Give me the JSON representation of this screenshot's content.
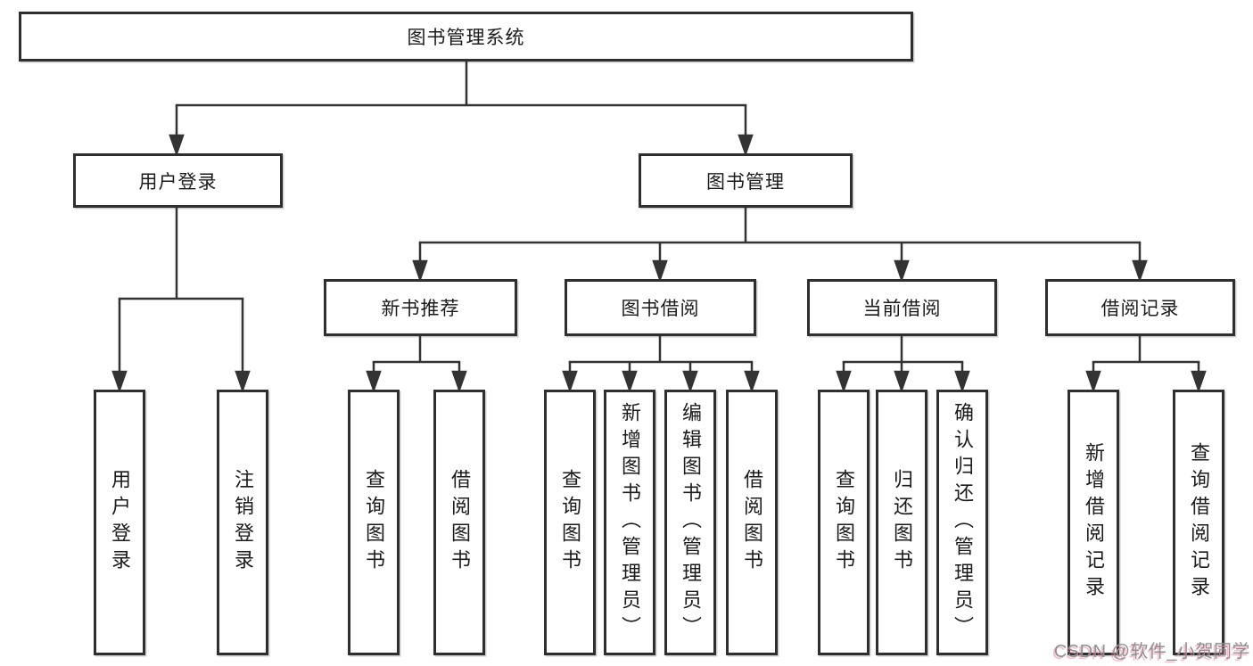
{
  "diagram_title": "图书管理系统",
  "tree": {
    "root": {
      "label": "图书管理系统"
    },
    "branches": [
      {
        "label": "用户登录",
        "children": [
          {
            "label": "用户登录"
          },
          {
            "label": "注销登录"
          }
        ]
      },
      {
        "label": "图书管理",
        "children": [
          {
            "label": "新书推荐",
            "children": [
              {
                "label": "查询图书"
              },
              {
                "label": "借阅图书"
              }
            ]
          },
          {
            "label": "图书借阅",
            "children": [
              {
                "label": "查询图书"
              },
              {
                "label": "新增图书（管理员）"
              },
              {
                "label": "编辑图书（管理员）"
              },
              {
                "label": "借阅图书"
              }
            ]
          },
          {
            "label": "当前借阅",
            "children": [
              {
                "label": "查询图书"
              },
              {
                "label": "归还图书"
              },
              {
                "label": "确认归还（管理员）"
              }
            ]
          },
          {
            "label": "借阅记录",
            "children": [
              {
                "label": "新增借阅记录"
              },
              {
                "label": "查询借阅记录"
              }
            ]
          }
        ]
      }
    ]
  },
  "watermark": {
    "text": "CSDN @软件_小贺同学"
  },
  "colors": {
    "line": "#333333",
    "box_border": "#2f2f2f",
    "text": "#1b1b1b",
    "background": "#ffffff",
    "watermark_gray": "#8f8f8f",
    "watermark_pink": "#ee82a0"
  }
}
